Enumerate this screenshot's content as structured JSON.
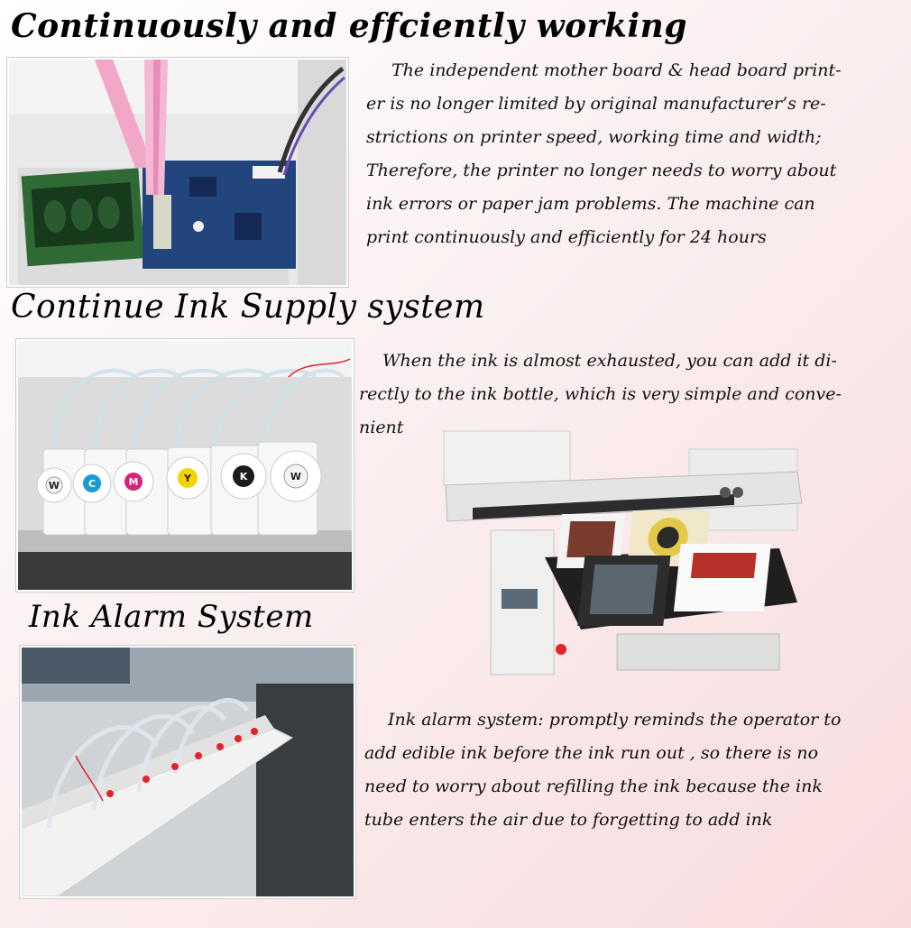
{
  "section1": {
    "heading": "Continuously and effciently working",
    "lines": [
      "The independent mother board & head board print-",
      "er is no longer limited by original manufacturer’s re-",
      "strictions on printer speed, working time and width;",
      "Therefore, the printer no longer needs to worry about",
      "ink errors or paper jam problems. The machine can",
      "print continuously and efficiently for 24 hours"
    ]
  },
  "section2": {
    "heading": "Continue Ink Supply system",
    "lines": [
      "When the ink is almost exhausted, you can add it di-",
      "rectly to the ink bottle, which is very simple and conve-",
      "nient"
    ],
    "bottle_labels": [
      "W",
      "C",
      "M",
      "Y",
      "K",
      "W"
    ]
  },
  "section3": {
    "heading": "Ink Alarm System",
    "lines": [
      "Ink alarm system: promptly reminds the operator to",
      "add edible ink before the ink run out , so there is no",
      "need to worry about refilling the ink because the ink",
      "tube enters the air due to forgetting to add ink"
    ]
  },
  "colors": {
    "cyan": "#1a9ad6",
    "magenta": "#d4237a",
    "yellow": "#f2d400",
    "black": "#1b1b1b",
    "alarm_led": "#e0242c"
  }
}
